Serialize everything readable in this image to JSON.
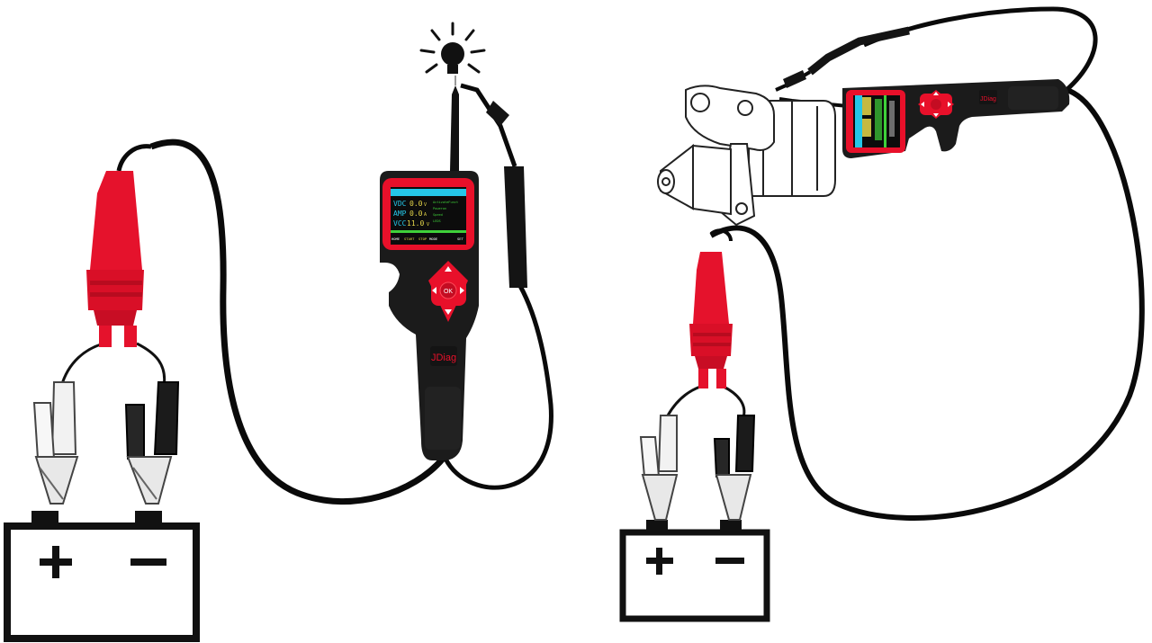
{
  "colors": {
    "background": "#ffffff",
    "tester_body": "#1b1b1b",
    "tester_accent": "#e8102a",
    "clip_red": "#e5122c",
    "cable": "#0a0a0a",
    "screen_bg": "#0c0c0c",
    "screen_cyan": "#25c6e8",
    "screen_green": "#3fd13a",
    "screen_yellow": "#e7d84a",
    "battery_outline": "#111111"
  },
  "icons": [
    "light-bulb-icon",
    "ok-button-icon",
    "arrow-up-icon",
    "arrow-down-icon",
    "arrow-left-icon",
    "arrow-right-icon",
    "plus-sign-icon",
    "minus-sign-icon"
  ],
  "left_scene": {
    "battery": {
      "positive_symbol": "+",
      "negative_symbol": "−"
    },
    "tester": {
      "brand": "JDiag",
      "ok_label": "OK",
      "screen_rows": [
        {
          "label": "VDC",
          "value": "0.0",
          "unit": "V"
        },
        {
          "label": "AMP",
          "value": "0.0",
          "unit": "A"
        },
        {
          "label": "VCC",
          "value": "11.0",
          "unit": "V"
        }
      ],
      "screen_menu": [
        "ActivateFunct",
        "Poweron",
        "Speed",
        "LEDS"
      ],
      "screen_footer": [
        "HOME",
        "START",
        "STOP",
        "MODE",
        "SET"
      ]
    }
  },
  "right_scene": {
    "battery": {
      "positive_symbol": "+",
      "negative_symbol": "−"
    },
    "tester": {
      "brand": "JDiag"
    }
  }
}
